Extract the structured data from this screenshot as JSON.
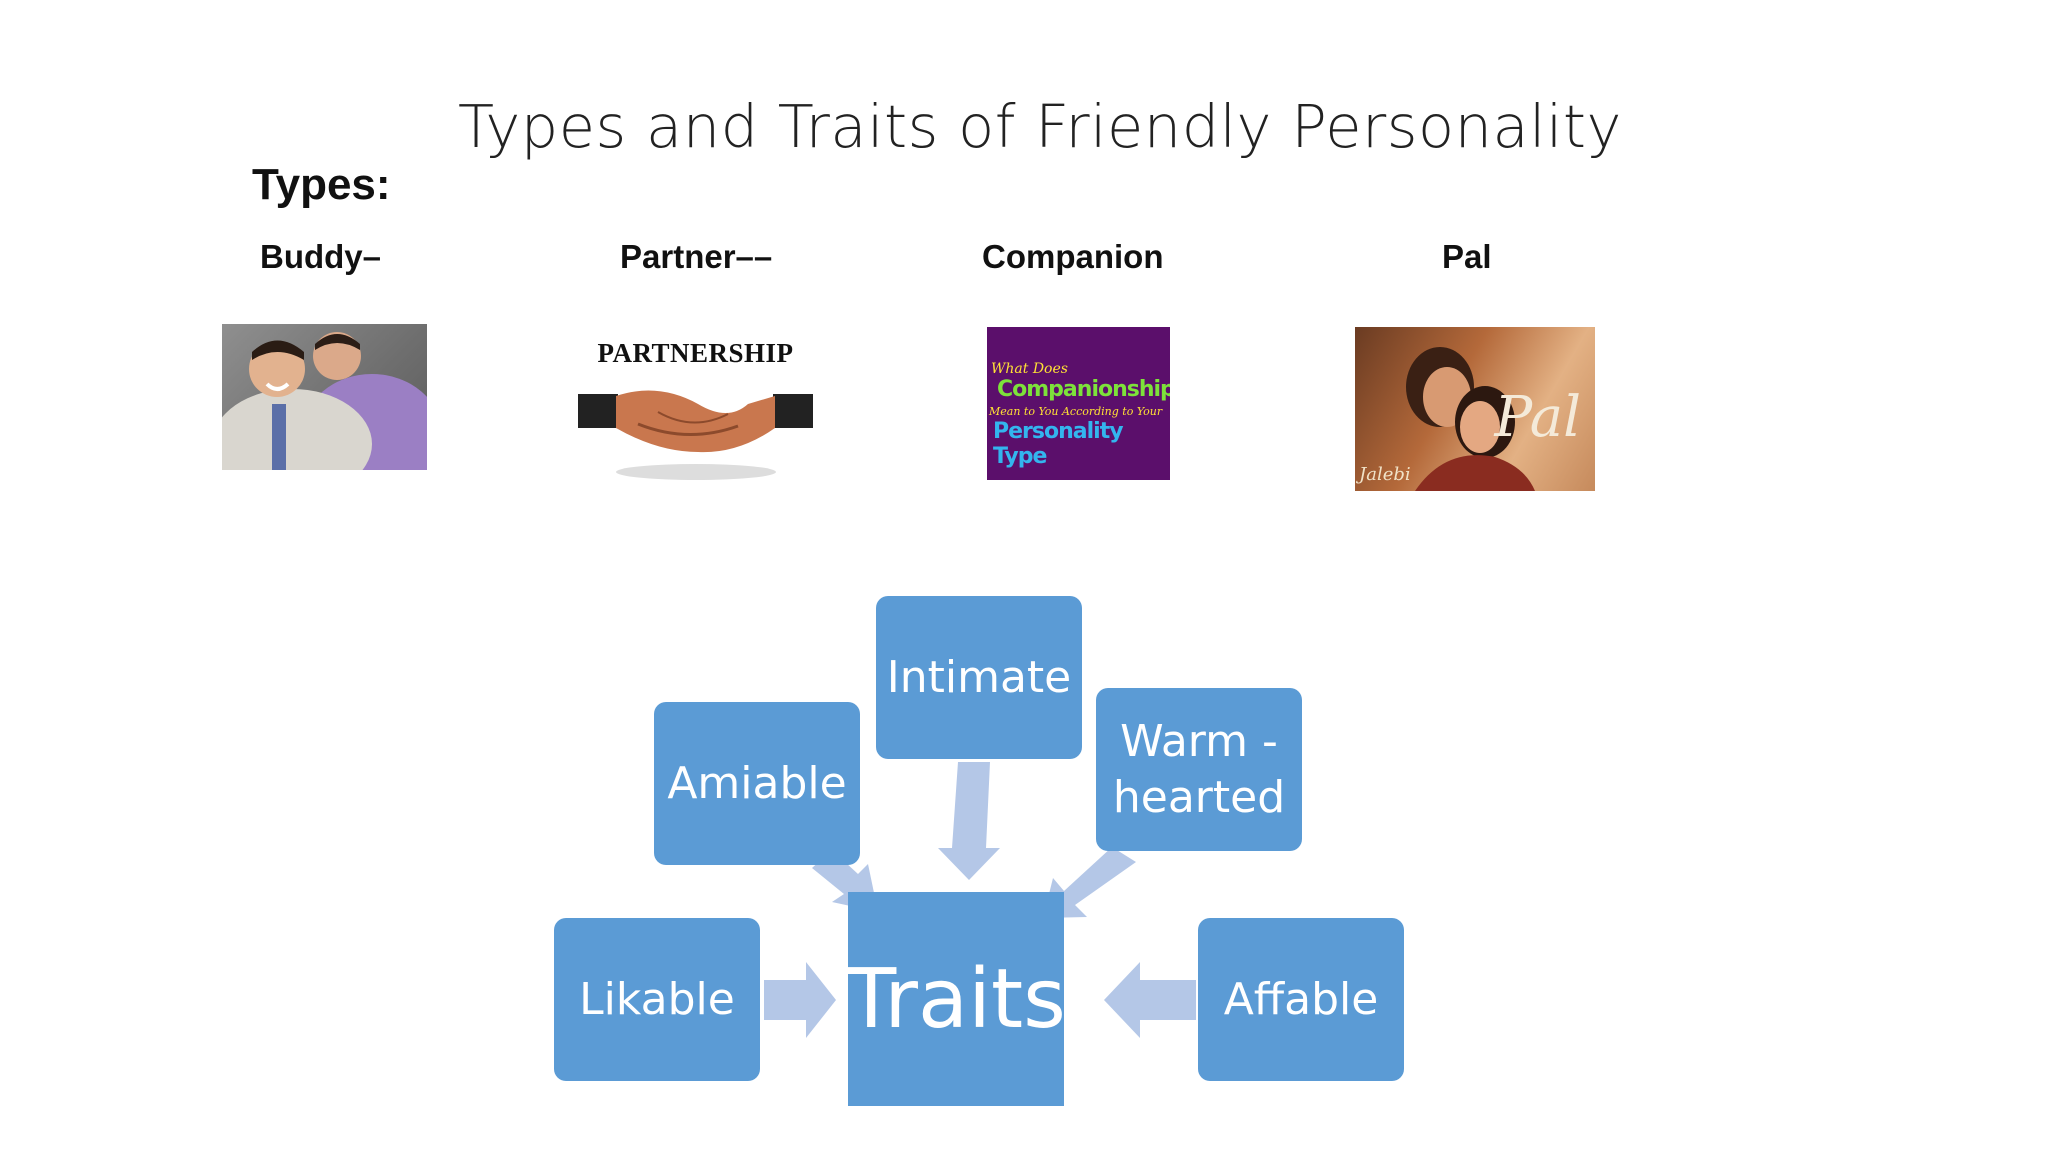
{
  "slide": {
    "title": "Types and Traits of Friendly Personality",
    "types_heading": "Types:",
    "types": [
      {
        "label": "Buddy–"
      },
      {
        "label": "Partner––"
      },
      {
        "label": "Companion"
      },
      {
        "label": "Pal"
      }
    ],
    "images": {
      "partnership_text": "PARTNERSHIP",
      "companion_lines": [
        "What Does",
        "Companionship",
        "Mean to You According to Your",
        "Personality Type"
      ],
      "pal_title": "Pal",
      "pal_subtitle": "Jalebi"
    }
  },
  "diagram": {
    "center": "Traits",
    "nodes": [
      {
        "label": "Intimate"
      },
      {
        "label": "Warm - hearted"
      },
      {
        "label": "Affable"
      },
      {
        "label": "Likable"
      },
      {
        "label": "Amiable"
      }
    ],
    "colors": {
      "node": "#5b9bd5",
      "arrow": "#b4c7e7"
    }
  }
}
